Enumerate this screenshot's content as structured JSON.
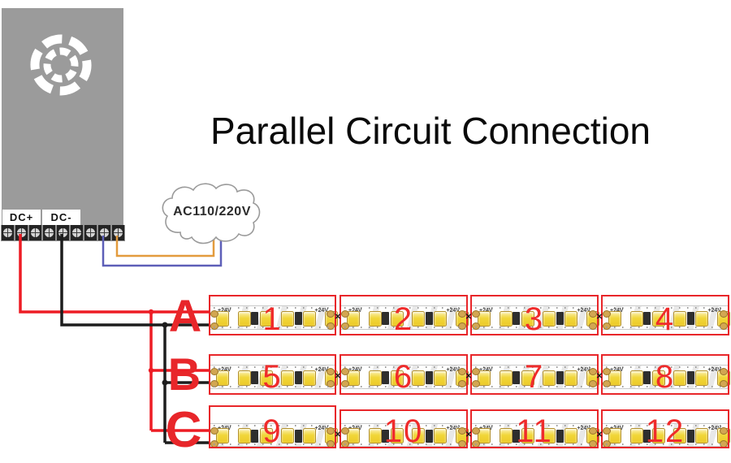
{
  "title": "Parallel Circuit Connection",
  "power_supply": {
    "dc_plus_label": "DC+",
    "dc_minus_label": "DC-",
    "terminal_count": 9
  },
  "ac_input_label": "AC110/220V",
  "strip_voltage_label": "+24V",
  "junction_mark": "✕",
  "branch_rows": [
    {
      "letter": "A",
      "strip_numbers": [
        "1",
        "2",
        "3",
        "4"
      ]
    },
    {
      "letter": "B",
      "strip_numbers": [
        "5",
        "6",
        "7",
        "8"
      ]
    },
    {
      "letter": "C",
      "strip_numbers": [
        "9",
        "10",
        "11",
        "12"
      ]
    }
  ],
  "colors": {
    "accent_red": "#e8262a",
    "wire_positive": "#ed1c24",
    "wire_negative": "#1d1d1d",
    "wire_ac_live": "#e39b3d",
    "wire_ac_neutral": "#5d5fb8",
    "strip_outline": "#e8262a",
    "strip_number": "#ef2b2b",
    "led_yellow": "#f1d63a",
    "component_black": "#2e2e2e",
    "solder_pad_gold": "#d2a652",
    "psu_body_gray": "#9b9b9b"
  }
}
